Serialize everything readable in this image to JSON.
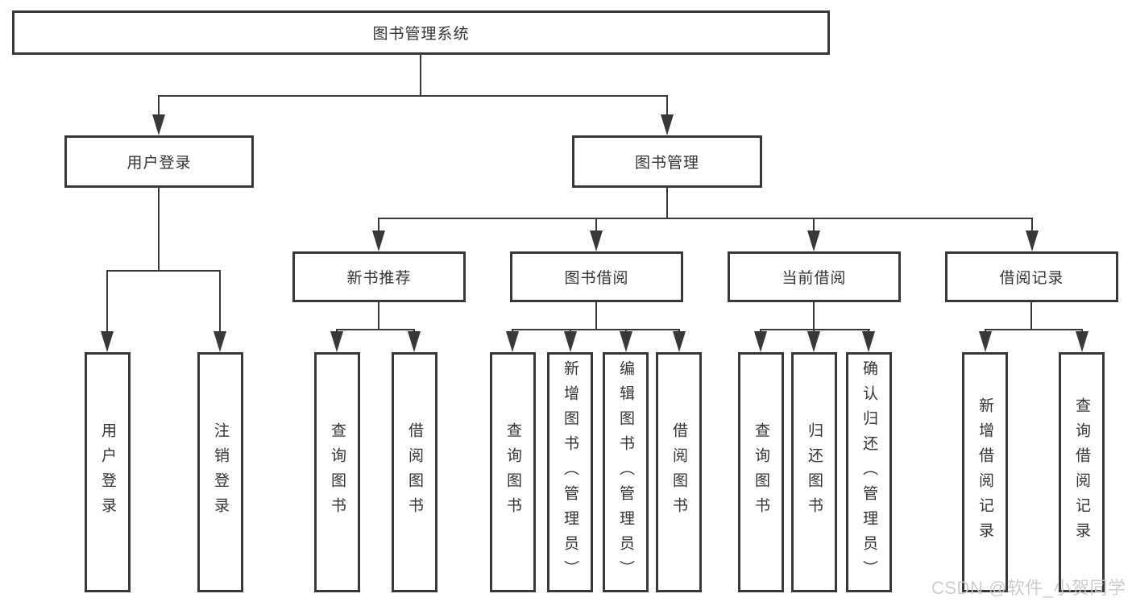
{
  "diagram": {
    "root": {
      "label": "图书管理系统"
    },
    "level2": [
      {
        "label": "用户登录"
      },
      {
        "label": "图书管理"
      }
    ],
    "level3": [
      {
        "label": "新书推荐"
      },
      {
        "label": "图书借阅"
      },
      {
        "label": "当前借阅"
      },
      {
        "label": "借阅记录"
      }
    ],
    "leaves": {
      "userLogin": [
        "用户登录",
        "注销登录"
      ],
      "newBookRec": [
        "查询图书",
        "借阅图书"
      ],
      "bookBorrow": [
        "查询图书",
        "新增图书（管理员）",
        "编辑图书（管理员）",
        "借阅图书"
      ],
      "currentBorrow": [
        "查询图书",
        "归还图书",
        "确认归还（管理员）"
      ],
      "borrowRecord": [
        "新增借阅记录",
        "查询借阅记录"
      ]
    }
  },
  "watermark": {
    "text": "CSDN @软件_小贺同学"
  },
  "colors": {
    "line": "#383838",
    "text": "#333333",
    "watermark": "#c9c9c9",
    "background": "#ffffff"
  }
}
